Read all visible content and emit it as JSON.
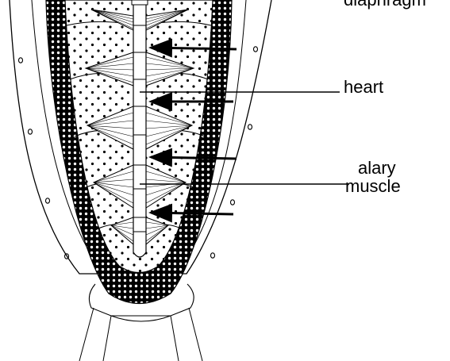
{
  "labels": {
    "diaphragm": "diaphragm",
    "heart": "heart",
    "alary_line1": "alary",
    "alary_line2": "muscle"
  },
  "colors": {
    "ink": "#000000",
    "background": "#ffffff"
  }
}
